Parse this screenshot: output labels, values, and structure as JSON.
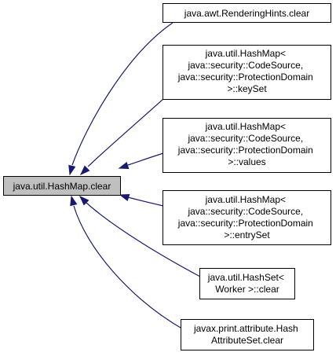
{
  "diagram": {
    "root": {
      "label": "java.util.HashMap.clear"
    },
    "nodes": [
      {
        "lines": [
          "java.awt.RenderingHints.clear"
        ]
      },
      {
        "lines": [
          "java.util.HashMap<",
          "java::security::CodeSource,",
          "java::security::ProtectionDomain",
          ">::keySet"
        ]
      },
      {
        "lines": [
          "java.util.HashMap<",
          "java::security::CodeSource,",
          "java::security::ProtectionDomain",
          ">::values"
        ]
      },
      {
        "lines": [
          "java.util.HashMap<",
          "java::security::CodeSource,",
          "java::security::ProtectionDomain",
          ">::entrySet"
        ]
      },
      {
        "lines": [
          "java.util.HashSet<",
          "Worker >::clear"
        ]
      },
      {
        "lines": [
          "javax.print.attribute.Hash",
          "AttributeSet.clear"
        ]
      }
    ],
    "colors": {
      "edge": "#191970",
      "root_fill": "#bfbfbf",
      "node_fill": "#ffffff",
      "border": "#000000"
    }
  }
}
